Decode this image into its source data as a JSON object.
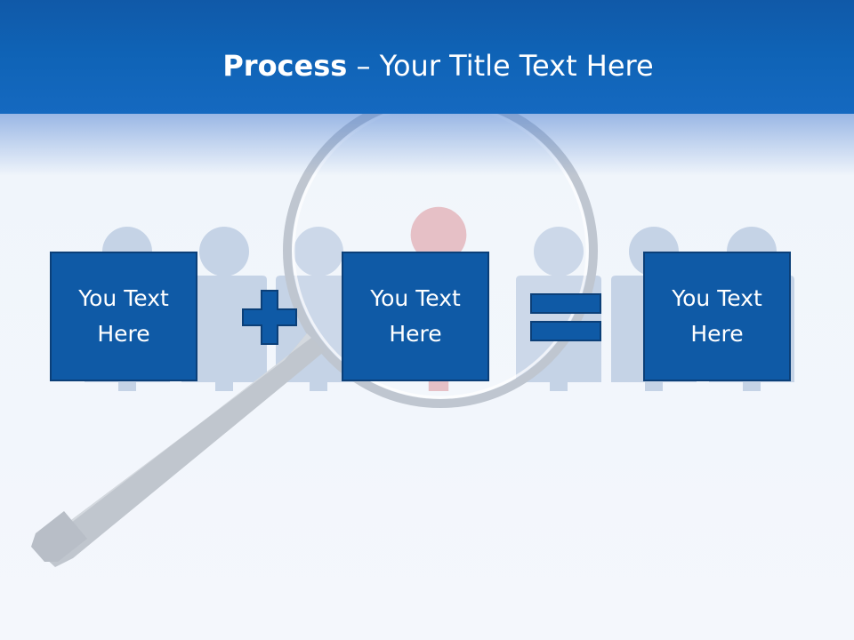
{
  "slide": {
    "title_bold": "Process",
    "title_rest": " – Your Title Text Here",
    "boxes": [
      {
        "text": "You Text Here"
      },
      {
        "text": "You Text Here"
      },
      {
        "text": "You Text Here"
      }
    ],
    "operators": [
      "plus-sign",
      "equals-sign"
    ],
    "illustration": [
      "people-silhouettes",
      "magnifying-glass"
    ]
  },
  "colors": {
    "header": "#0f63b6",
    "box_fill": "#0f5aa6",
    "box_border": "#0b3f78",
    "figures": "#c5d3e6",
    "highlight_figure": "#e3b8bf",
    "title_text": "#ffffff"
  }
}
